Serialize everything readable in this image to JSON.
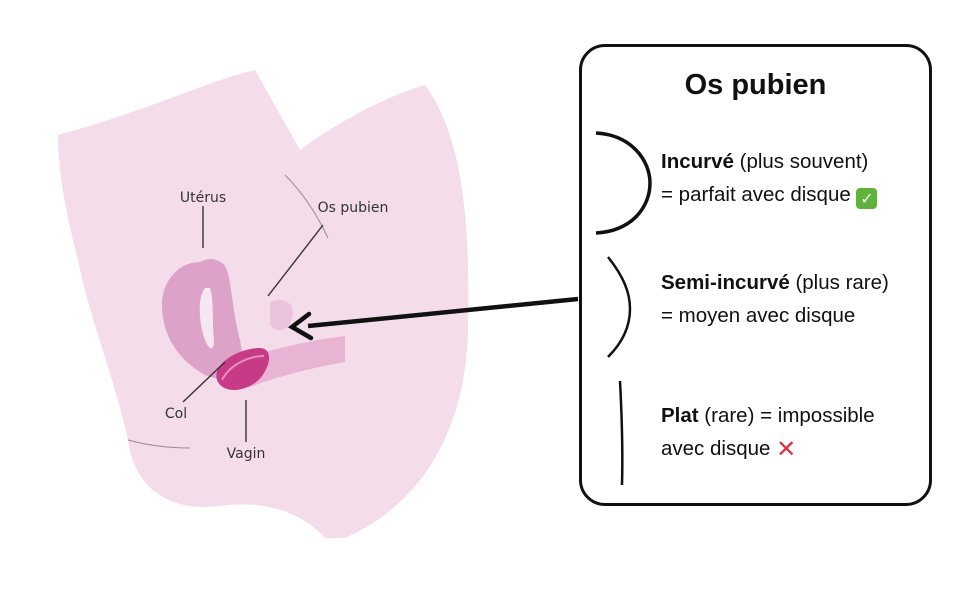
{
  "anatomy": {
    "labels": {
      "uterus": "Utérus",
      "pubic_bone": "Os pubien",
      "cervix": "Col",
      "vagina": "Vagin"
    }
  },
  "legend": {
    "title": "Os pubien",
    "items": [
      {
        "shape": "curved",
        "name": "Incurvé",
        "qualifier": " (plus souvent)",
        "desc": "= parfait avec disque",
        "mark": "check"
      },
      {
        "shape": "semi-curved",
        "name": "Semi-incurvé",
        "qualifier": " (plus rare)",
        "desc": "= moyen avec disque",
        "mark": ""
      },
      {
        "shape": "flat",
        "name": "Plat",
        "qualifier": " (rare) = impossible",
        "desc": "avec disque",
        "mark": "cross"
      }
    ]
  },
  "colors": {
    "body_fill": "#f4dcea",
    "uterus_fill": "#dca2c7",
    "disc_fill": "#c63a86",
    "border": "#111111",
    "check_green": "#5fb33a",
    "cross_red": "#e0313f"
  }
}
